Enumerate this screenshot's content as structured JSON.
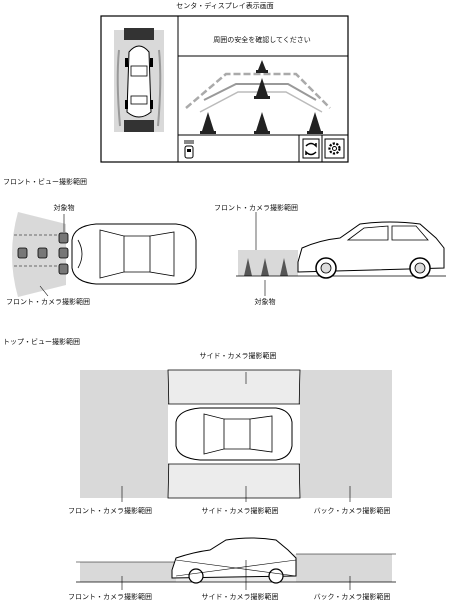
{
  "screen": {
    "title": "センタ・ディスプレイ表示画面",
    "message": "周囲の安全を確認してください"
  },
  "front_view": {
    "section_title": "フロント・ビュー撮影範囲",
    "top_label": "対象物",
    "left_bottom_label": "フロント・カメラ撮影範囲",
    "right_top_label": "フロント・カメラ撮影範囲",
    "right_bottom_label": "対象物"
  },
  "top_view": {
    "section_title": "トップ・ビュー撮影範囲",
    "side_top_label": "サイド・カメラ撮影範囲",
    "front_label": "フロント・カメラ撮影範囲",
    "side_label": "サイド・カメラ撮影範囲",
    "rear_label": "バック・カメラ撮影範囲",
    "bottom_front_label": "フロント・カメラ撮影範囲",
    "bottom_side_label": "サイド・カメラ撮影範囲",
    "bottom_rear_label": "バック・カメラ撮影範囲"
  }
}
